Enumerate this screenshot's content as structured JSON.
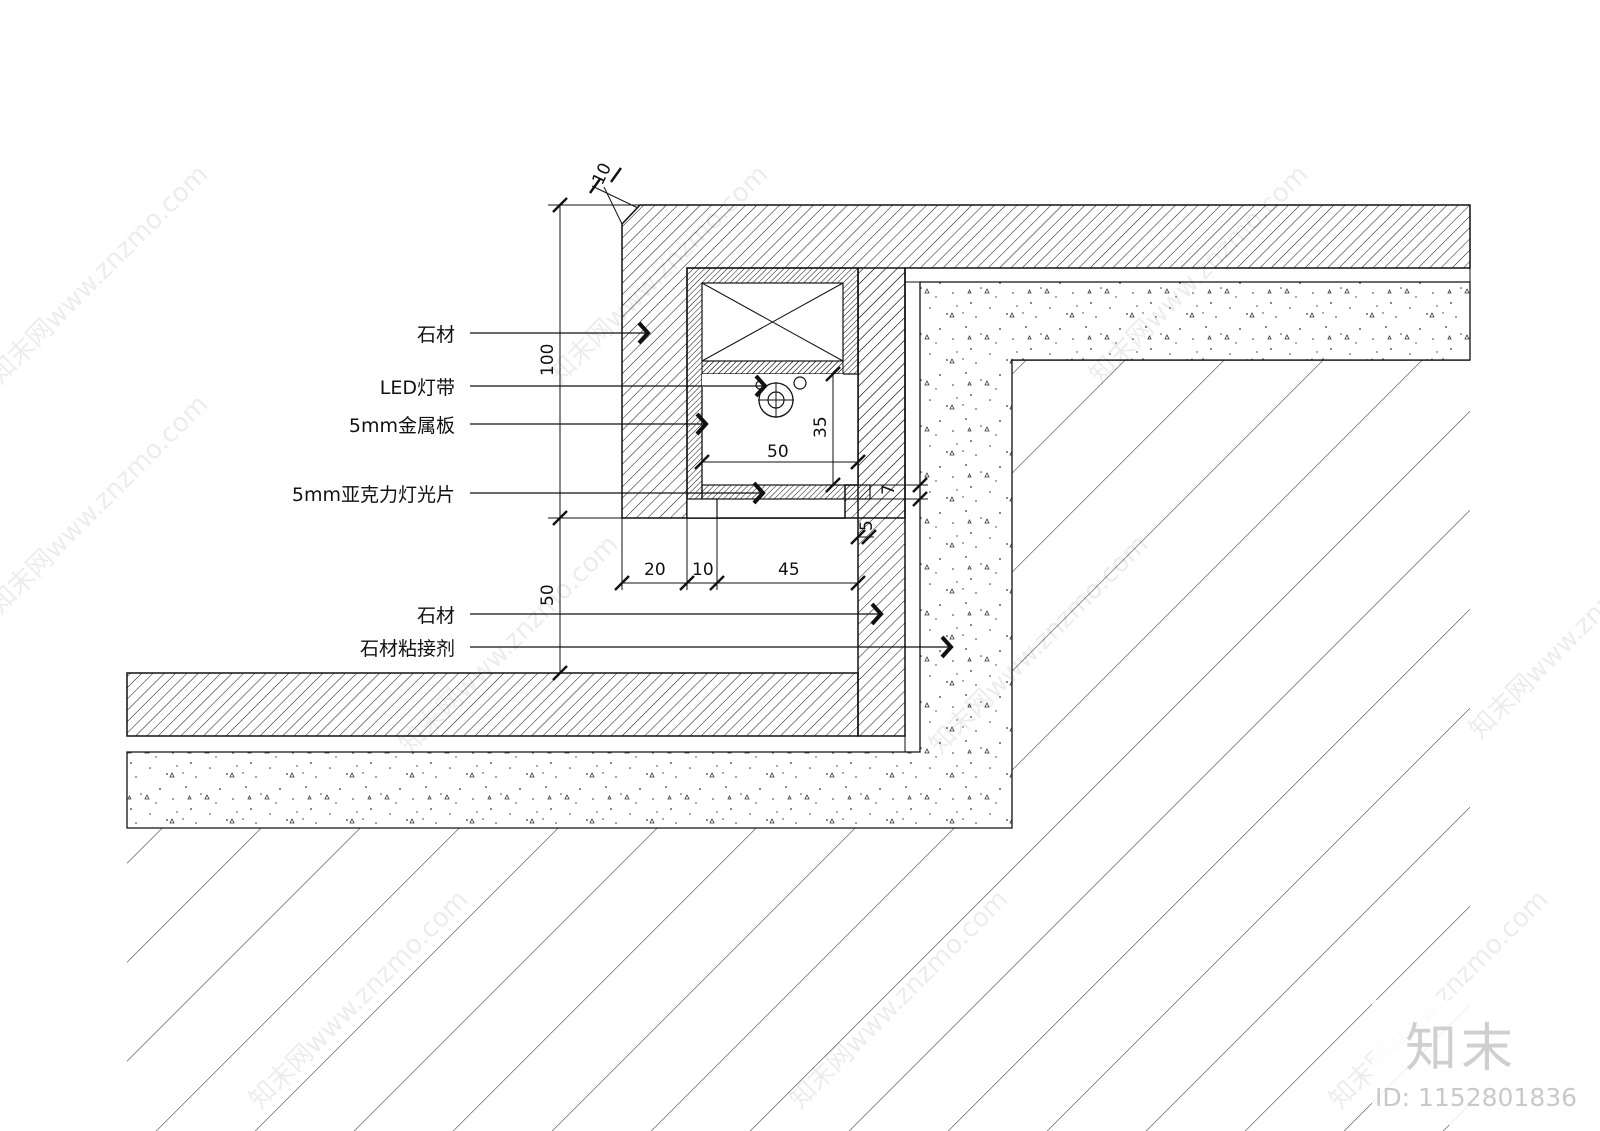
{
  "labels": {
    "stone_top": "石材",
    "led_strip": "LED灯带",
    "metal_plate": "5mm金属板",
    "acrylic": "5mm亚克力灯光片",
    "stone_bottom": "石材",
    "adhesive": "石材粘接剂"
  },
  "dimensions": {
    "d10_top": "10",
    "d100": "100",
    "d50_vert": "50",
    "d50_horiz": "50",
    "d35": "35",
    "d7": "7",
    "d5": "5",
    "d20": "20",
    "d10_bottom": "10",
    "d45": "45"
  },
  "watermark": {
    "site": "知末网www.znzmo.com",
    "brand": "知末",
    "id": "ID: 1152801836"
  },
  "colors": {
    "line": "#111111",
    "watermark": "#c9c9c9"
  }
}
